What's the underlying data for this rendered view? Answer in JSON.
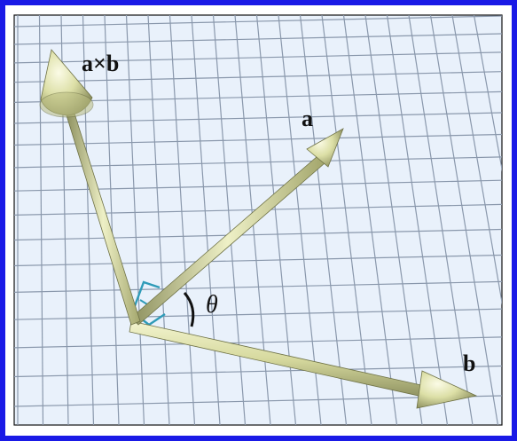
{
  "diagram": {
    "labels": {
      "cross_product": "a×b",
      "vector_a": "a",
      "vector_b": "b",
      "angle": "θ"
    },
    "colors": {
      "frame_border": "#1a1ae6",
      "grid_background": "#e9f1fb",
      "grid_lines": "#8a98ac",
      "arrow_fill": "#d9dca6",
      "arrow_shadow": "#8c8f5a",
      "right_angle_marker": "#2f9bb8"
    },
    "elements": [
      {
        "name": "cross-product-vector",
        "label_ref": "cross_product"
      },
      {
        "name": "vector-a",
        "label_ref": "vector_a"
      },
      {
        "name": "vector-b",
        "label_ref": "vector_b"
      },
      {
        "name": "angle-theta",
        "label_ref": "angle"
      },
      {
        "name": "right-angle-markers",
        "count": 2
      }
    ]
  }
}
